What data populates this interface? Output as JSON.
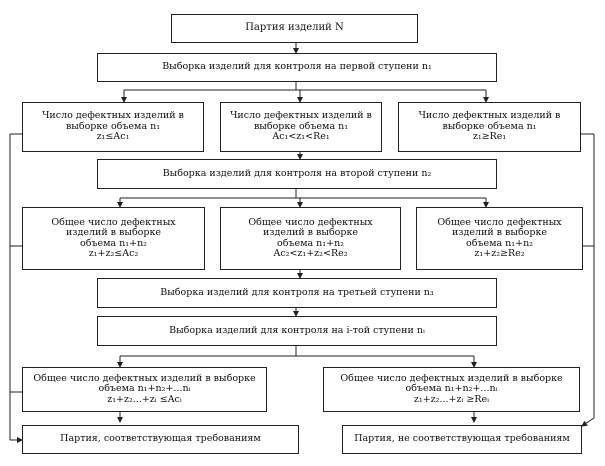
{
  "flowchart": {
    "batch": [
      "Партия изделий N"
    ],
    "stage1": [
      "Выборка изделий для контроля на первой ступени n₁"
    ],
    "s1_accept": [
      "Число дефектных изделий в",
      "выборке объема n₁",
      "z₁≤Ac₁"
    ],
    "s1_continue": [
      "Число дефектных изделий в",
      "выборке объема n₁",
      "Ac₁<z₁<Re₁"
    ],
    "s1_reject": [
      "Число дефектных изделий в",
      "выборке объема n₁",
      "z₁≥Re₁"
    ],
    "stage2": [
      "Выборка изделий для контроля на второй ступени n₂"
    ],
    "s2_accept": [
      "Общее число дефектных",
      "изделий в выборке",
      "объема n₁+n₂",
      "z₁+z₂≤Ac₂"
    ],
    "s2_continue": [
      "Общее число дефектных",
      "изделий в выборке",
      "объема n₁+n₂",
      "Ac₂<z₁+z₂<Re₂"
    ],
    "s2_reject": [
      "Общее число дефектных",
      "изделий в выборке",
      "объема n₁+n₂",
      "z₁+z₂≥Re₂"
    ],
    "stage3": [
      "Выборка изделий для контроля на третьей ступени n₃"
    ],
    "stage_i": [
      "Выборка изделий для контроля на i-той ступени nᵢ"
    ],
    "si_accept": [
      "Общее число дефектных изделий в выборке",
      "объема n₁+n₂+...nᵢ",
      "z₁+z₂...+zᵢ ≤Acᵢ"
    ],
    "si_reject": [
      "Общее число дефектных изделий в выборке",
      "объема n₁+n₂+...nᵢ",
      "z₁+z₂...+zᵢ ≥Reᵢ"
    ],
    "accepted": [
      "Партия, соответствующая требованиям"
    ],
    "rejected": [
      "Партия, не соответствующая требованиям"
    ]
  }
}
